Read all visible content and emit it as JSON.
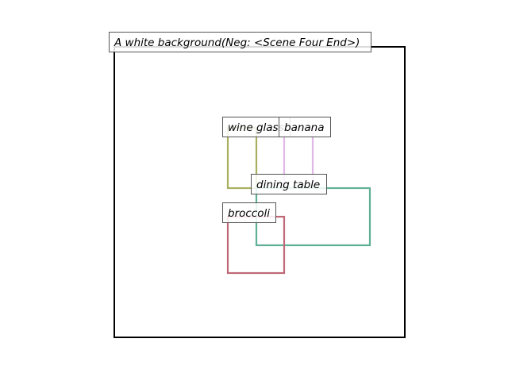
{
  "scene": {
    "caption": "A white background(Neg: <Scene Four End>)",
    "frame_color": "#000000"
  },
  "objects": [
    {
      "id": "wine_glass",
      "label": "wine glass",
      "color": "#a8b060"
    },
    {
      "id": "banana",
      "label": "banana",
      "color": "#e0b8e8"
    },
    {
      "id": "dining_table",
      "label": "dining table",
      "color": "#60b098"
    },
    {
      "id": "broccoli",
      "label": "broccoli",
      "color": "#c06878"
    }
  ]
}
